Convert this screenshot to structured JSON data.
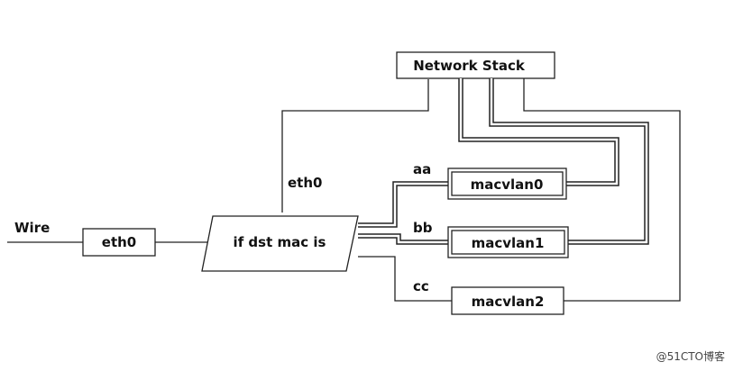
{
  "diagram": {
    "wire_label": "Wire",
    "nic_label": "eth0",
    "decision_label": "if dst mac is",
    "eth0_branch_label": "eth0",
    "network_stack_label": "Network Stack",
    "macvlans": [
      {
        "mac": "aa",
        "name": "macvlan0"
      },
      {
        "mac": "bb",
        "name": "macvlan1"
      },
      {
        "mac": "cc",
        "name": "macvlan2"
      }
    ]
  },
  "watermark": "@51CTO博客",
  "colors": {
    "line": "#222222",
    "highlight": "#ffffff",
    "text": "#111111"
  }
}
